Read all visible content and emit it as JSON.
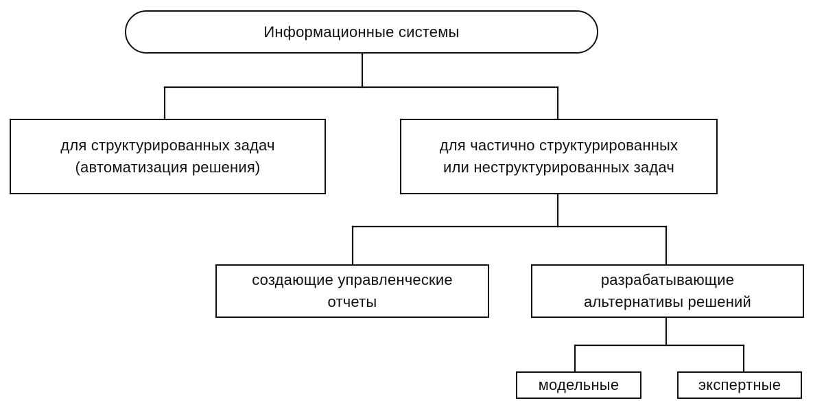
{
  "diagram": {
    "root": {
      "label": "Информационные  системы"
    },
    "level1": [
      {
        "lines": [
          "для структурированных задач",
          "(автоматизация решения)"
        ]
      },
      {
        "lines": [
          "для частично структурированных",
          "или неструктурированных  задач"
        ]
      }
    ],
    "level2": [
      {
        "lines": [
          "создающие управленческие",
          "отчеты"
        ]
      },
      {
        "lines": [
          "разрабатывающие",
          "альтернативы решений"
        ]
      }
    ],
    "level3": [
      {
        "label": "модельные"
      },
      {
        "label": "экспертные"
      }
    ]
  }
}
